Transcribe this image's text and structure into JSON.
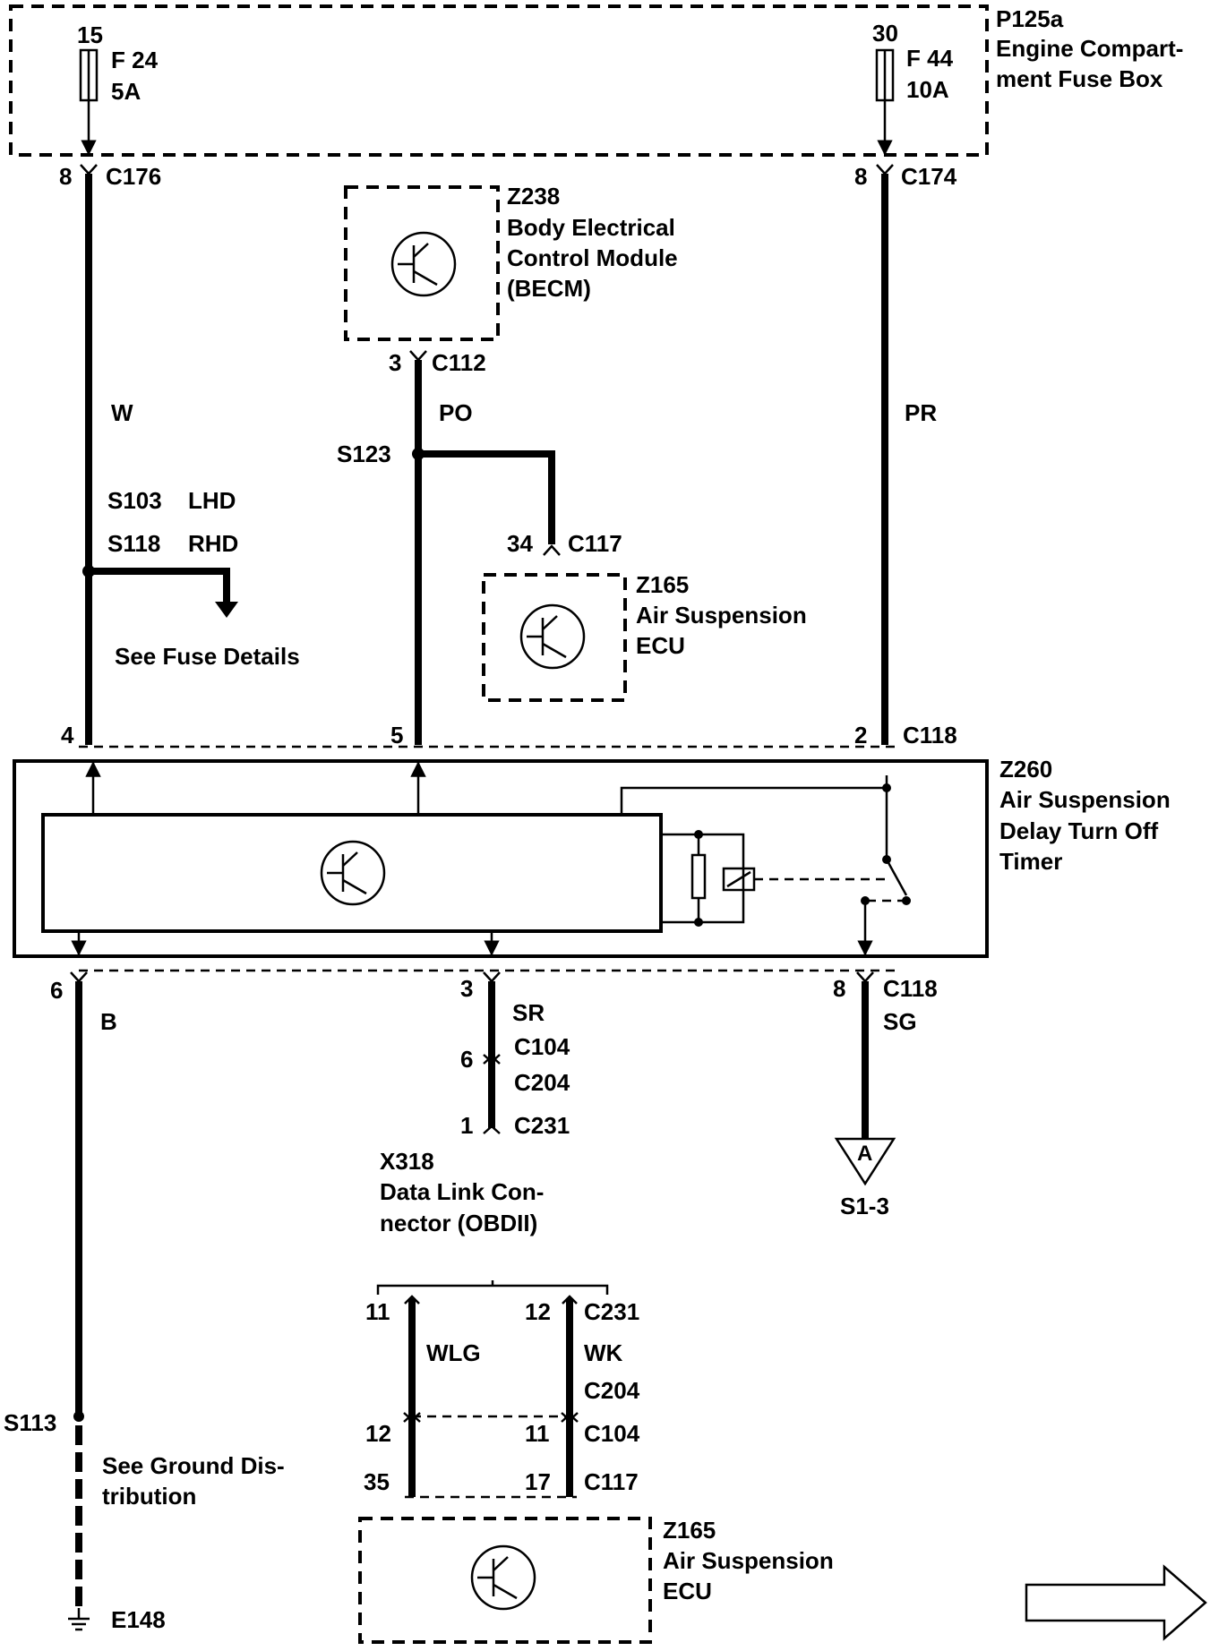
{
  "fuse_box": {
    "ref": "P125a",
    "name_line1": "Engine Compart-",
    "name_line2": "ment Fuse Box",
    "fuse_left": {
      "pin": "15",
      "id": "F 24",
      "rating": "5A"
    },
    "fuse_right": {
      "pin": "30",
      "id": "F 44",
      "rating": "10A"
    }
  },
  "connectors": {
    "c176": {
      "pin": "8",
      "name": "C176"
    },
    "c174": {
      "pin": "8",
      "name": "C174"
    },
    "c112": {
      "pin": "3",
      "name": "C112"
    },
    "c117_top": {
      "pin": "34",
      "name": "C117"
    },
    "c118_top": {
      "pin_left": "4",
      "pin_mid": "5",
      "pin_right": "2",
      "name": "C118"
    },
    "c118_bottom": {
      "pin_left": "6",
      "pin_mid": "3",
      "pin_right": "8",
      "name": "C118"
    },
    "c104": {
      "pin": "6",
      "name": "C104"
    },
    "c204": {
      "name": "C204"
    },
    "c231": {
      "pin": "1",
      "name": "C231"
    }
  },
  "becm": {
    "ref": "Z238",
    "line1": "Body Electrical",
    "line2": "Control Module",
    "line3": "(BECM)"
  },
  "ecu_top": {
    "ref": "Z165",
    "line1": "Air Suspension",
    "line2": "ECU"
  },
  "timer": {
    "ref": "Z260",
    "line1": "Air Suspension",
    "line2": "Delay Turn Off",
    "line3": "Timer"
  },
  "wires": {
    "w": "W",
    "po": "PO",
    "pr": "PR",
    "b": "B",
    "sr": "SR",
    "sg": "SG",
    "wlg": "WLG",
    "wk": "WK"
  },
  "splices": {
    "s123": "S123",
    "s103": "S103",
    "lhd": "LHD",
    "s118": "S118",
    "rhd": "RHD",
    "s113": "S113"
  },
  "notes": {
    "fuse_details": "See Fuse Details",
    "ground_line1": "See Ground Dis-",
    "ground_line2": "tribution"
  },
  "ground": {
    "ref": "E148"
  },
  "dlc": {
    "ref": "X318",
    "line1": "Data Link Con-",
    "line2": "nector (OBDII)"
  },
  "offpage": {
    "letter": "A",
    "ref": "S1-3"
  },
  "bottom_connectors": {
    "c231_left_pin": "11",
    "c231_right_pin": "12",
    "c231": "C231",
    "c204": "C204",
    "c104_left_pin": "12",
    "c104_right_pin": "11",
    "c104": "C104",
    "c117_left_pin": "35",
    "c117_right_pin": "17",
    "c117": "C117"
  },
  "ecu_bottom": {
    "ref": "Z165",
    "line1": "Air Suspension",
    "line2": "ECU"
  }
}
